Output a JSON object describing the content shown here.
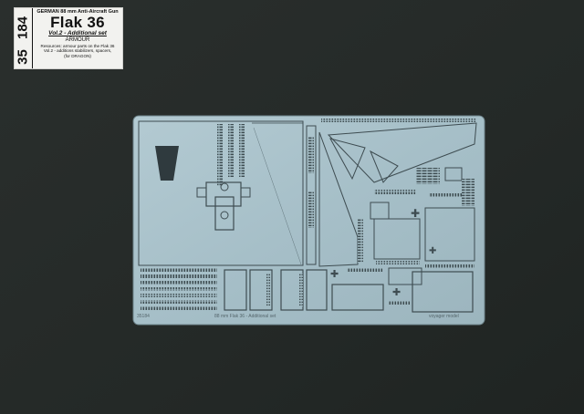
{
  "label": {
    "number_top": "35",
    "number_bottom": "184",
    "line1": "GERMAN 88 mm Anti-Aircraft Gun",
    "line2": "Flak 36",
    "line3": "Vol.2 - Additional set",
    "line4": "ARMOUR",
    "line5": "Resources: armour parts on the Flak 36",
    "line6": "Vol.2 - additions stabilizers, spacers,",
    "line7": "(for DRAGON)"
  },
  "fret": {
    "code": "35184",
    "title": "88 mm Flak 36 - Additional set",
    "maker": "voyager model"
  },
  "colors": {
    "background": "#262b29",
    "fret": "#a9c2cb",
    "card": "#f2f2ef"
  }
}
